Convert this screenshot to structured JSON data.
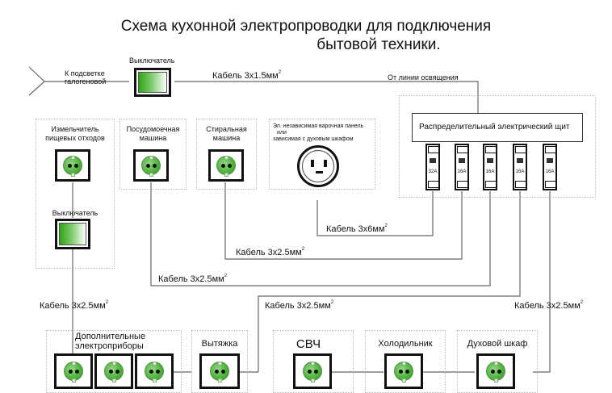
{
  "title": {
    "line1": "Схема кухонной электропроводки для подключения",
    "line2": "бытовой техники."
  },
  "top_line": {
    "lighting_label": "К подсветке галогеновой",
    "lighting_label_line1": "К подсветке",
    "lighting_label_line2": "галогеновой",
    "switch_label": "Выключатель",
    "cable_label": "Кабель 3х1.5мм",
    "from_lighting_label": "От линии освящения"
  },
  "panel": {
    "label": "Распределительный электрический щит",
    "breakers": [
      {
        "rating": "32A"
      },
      {
        "rating": "16A"
      },
      {
        "rating": "16A"
      },
      {
        "rating": "16A"
      },
      {
        "rating": "16A"
      }
    ]
  },
  "upper_appliances": [
    {
      "id": "waste-disposer",
      "label_line1": "Измельчитель",
      "label_line2": "пищевых отходов",
      "switch_label": "Выключатель"
    },
    {
      "id": "dishwasher",
      "label_line1": "Посудомоечная",
      "label_line2": "машина"
    },
    {
      "id": "washing-machine",
      "label_line1": "Стиральная",
      "label_line2": "машина"
    },
    {
      "id": "hob",
      "label_line1": "Эл. независимая варочная панель",
      "label_line2": "или",
      "label_line3": "зависимая с духовым шкафом"
    }
  ],
  "cables": {
    "hob": "Кабель 3х6мм",
    "washing_machine": "Кабель 3х2.5мм",
    "dishwasher": "Кабель 3х2.5мм",
    "disposer": "Кабель 3х2.5мм",
    "hood_group": "Кабель 3х2.5мм",
    "oven_group": "Кабель 3х2.5мм",
    "superscript": "2"
  },
  "lower_appliances": [
    {
      "id": "extra",
      "label_line1": "Дополнительные",
      "label_line2": "электроприборы",
      "sockets": 3
    },
    {
      "id": "hood",
      "label_line1": "Вытяжка",
      "sockets": 1
    },
    {
      "id": "microwave",
      "label_line1": "СВЧ",
      "sockets": 1
    },
    {
      "id": "fridge",
      "label_line1": "Холодильник",
      "sockets": 1
    },
    {
      "id": "oven",
      "label_line1": "Духовой шкаф",
      "sockets": 1
    }
  ],
  "colors": {
    "switch_green": "#2fa516",
    "socket_green": "#4fb53d",
    "wire": "#555555"
  }
}
